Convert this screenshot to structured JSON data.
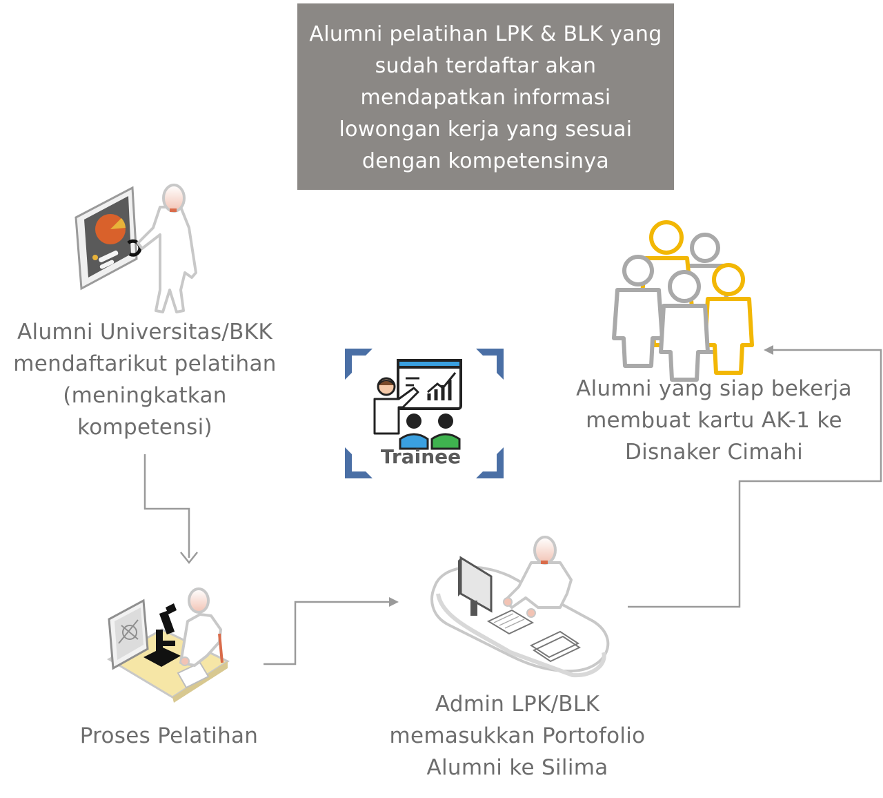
{
  "info_box": {
    "lines": [
      "Alumni pelatihan LPK & BLK yang",
      "sudah terdaftar akan",
      "mendapatkan informasi",
      "lowongan kerja yang sesuai",
      "dengan kompetensinya"
    ]
  },
  "nodes": {
    "alumni_universitas": {
      "lines": [
        "Alumni Universitas/BKK",
        "mendaftarikut pelatihan",
        "(meningkatkan",
        "kompetensi)"
      ],
      "icon": "presenter-figure-icon"
    },
    "proses_pelatihan": {
      "lines": [
        "Proses Pelatihan"
      ],
      "icon": "lab-microscope-figure-icon"
    },
    "admin": {
      "lines": [
        "Admin LPK/BLK",
        "memasukkan Portofolio",
        "Alumni ke Silima"
      ],
      "icon": "desk-computer-figure-icon"
    },
    "alumni_siap": {
      "lines": [
        "Alumni yang siap bekerja",
        "membuat kartu AK-1 ke",
        "Disnaker Cimahi"
      ],
      "icon": "group-people-icon"
    },
    "trainee": {
      "label": "Trainee",
      "icon": "trainee-presentation-icon"
    }
  },
  "colors": {
    "box_bg": "#8b8885",
    "arrow": "#9a9a9a",
    "figure_outline": "#c8c8c8",
    "group_yellow": "#f2b705",
    "group_gray": "#a9a9a9",
    "corner_blue": "#4a6fa5"
  }
}
